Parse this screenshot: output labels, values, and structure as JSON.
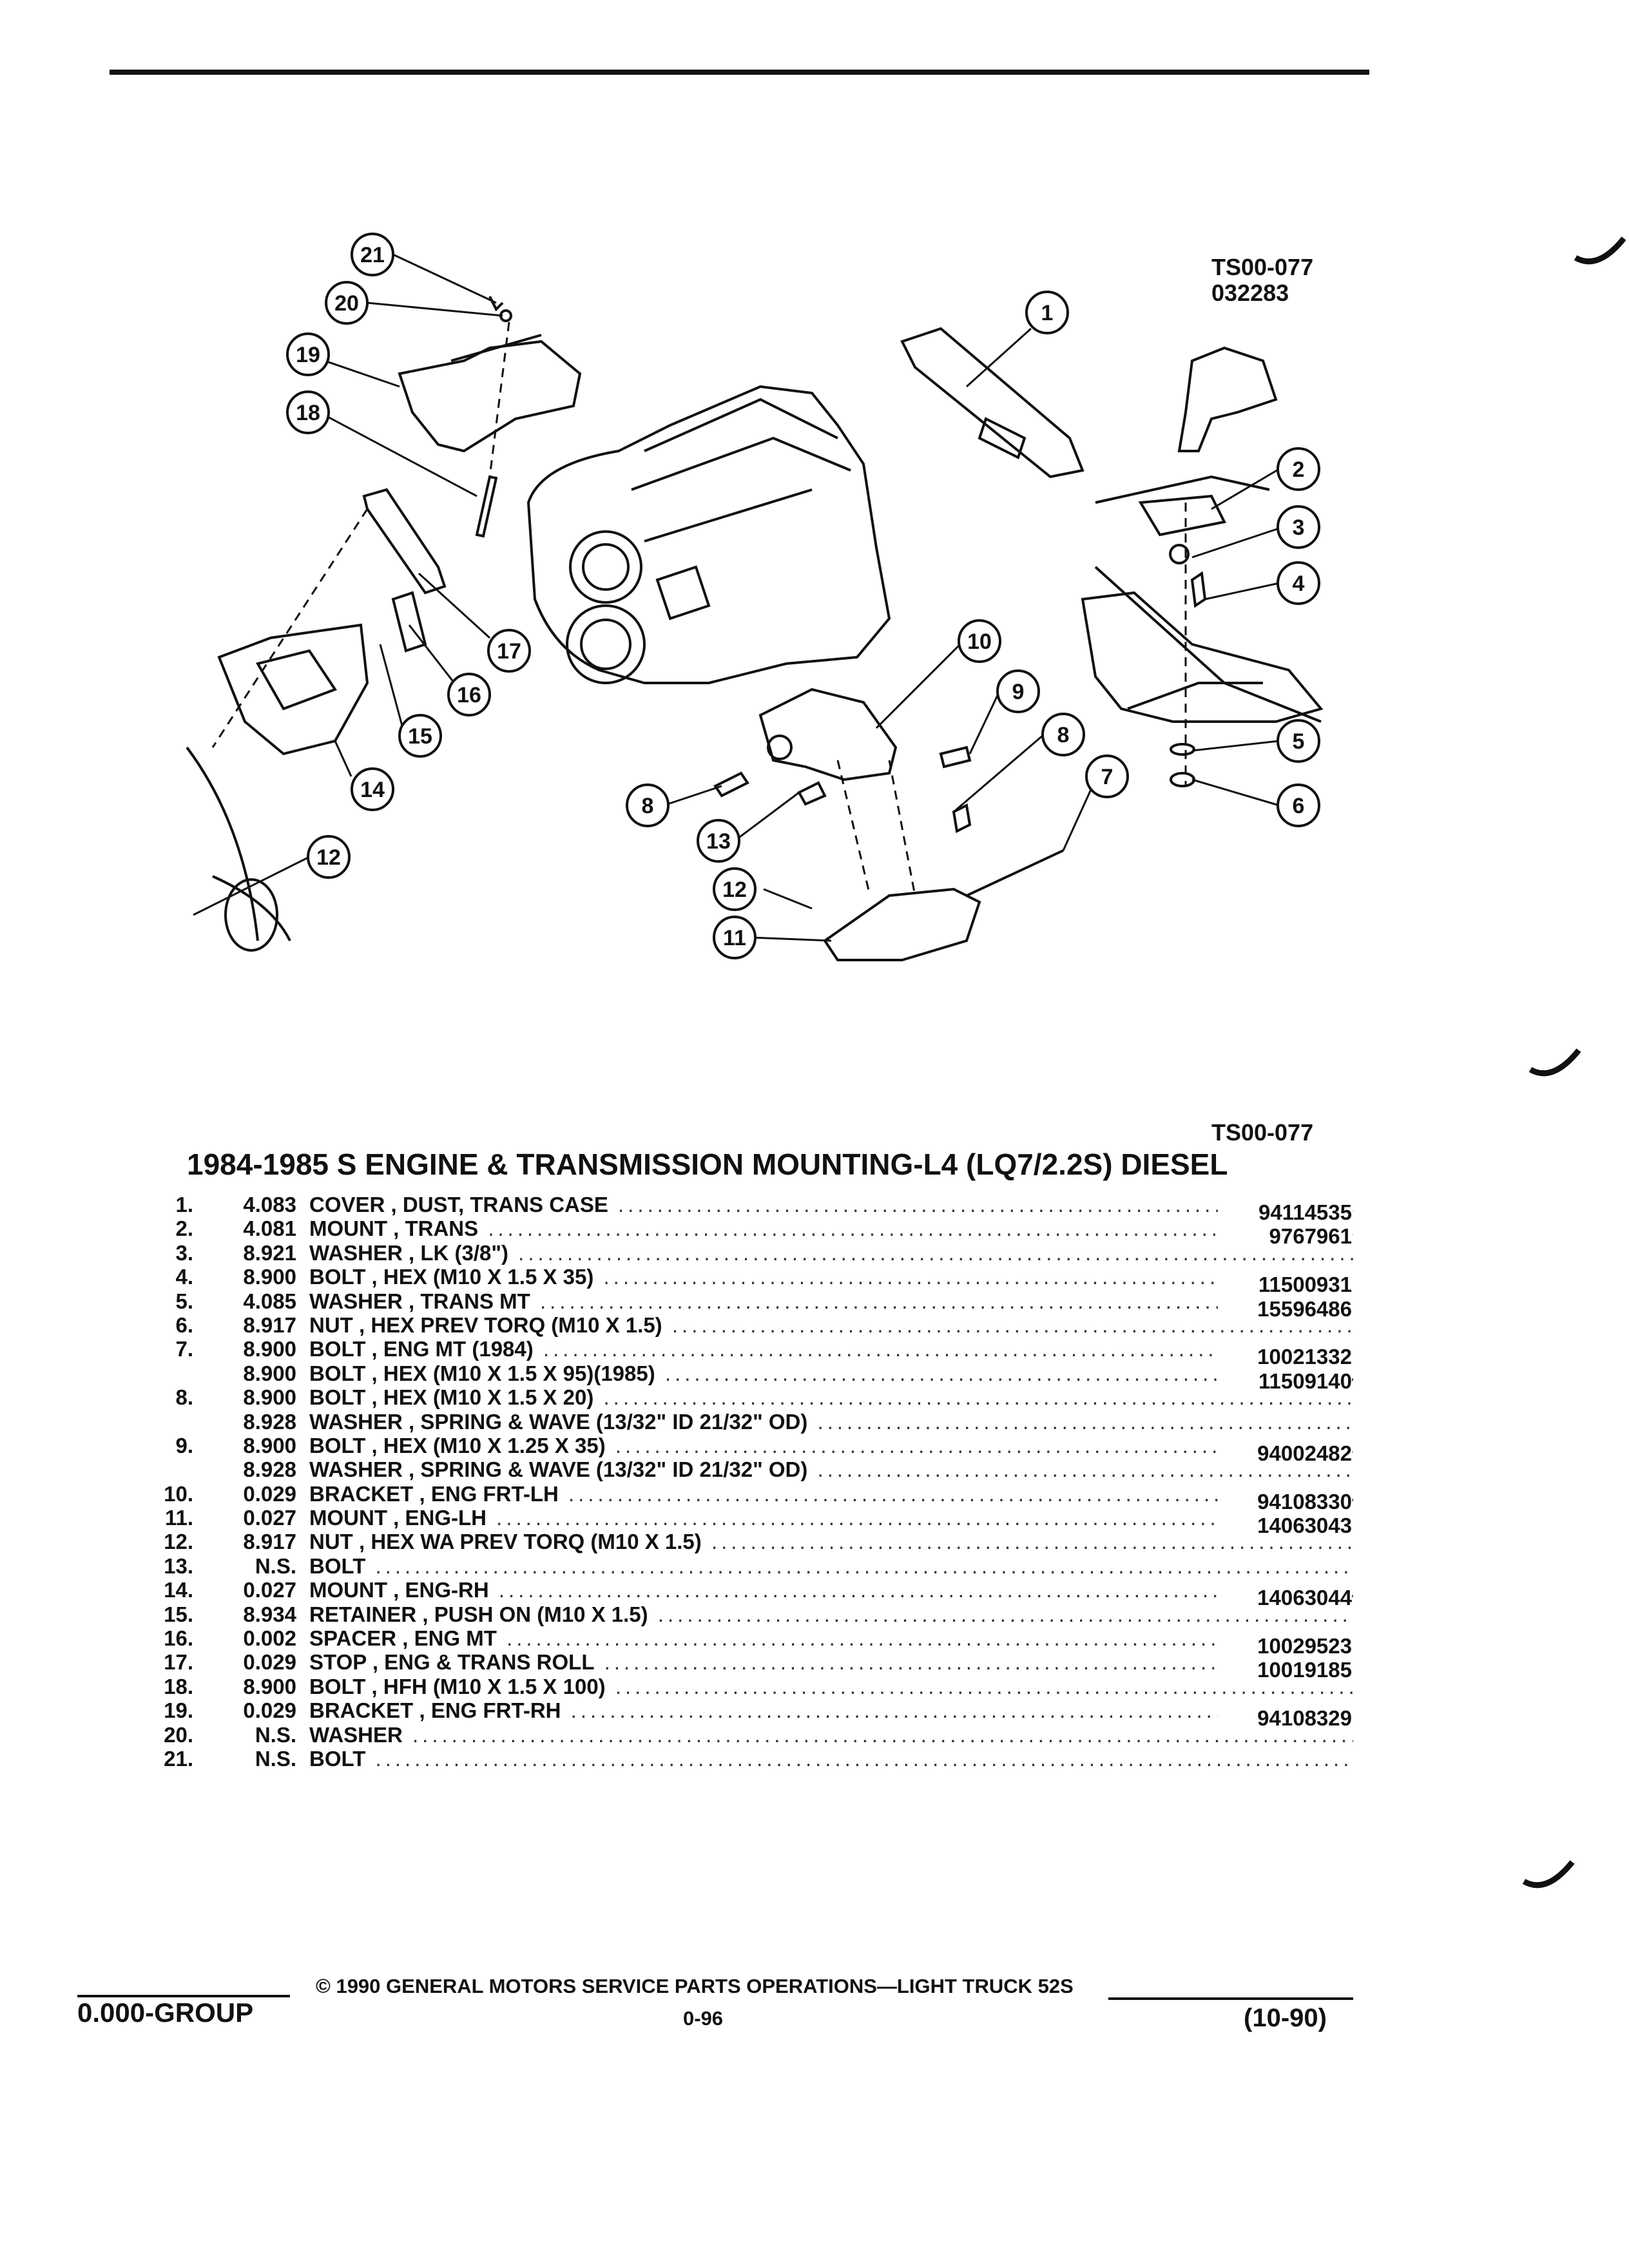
{
  "header": {
    "ref_code": "TS00-077",
    "date_code": "032283"
  },
  "illustration_ref": "TS00-077",
  "callouts": [
    "1",
    "2",
    "3",
    "4",
    "5",
    "6",
    "7",
    "8",
    "9",
    "10",
    "11",
    "12",
    "13",
    "14",
    "15",
    "16",
    "17",
    "18",
    "19",
    "20",
    "21",
    "8",
    "12"
  ],
  "title": "1984-1985 S ENGINE & TRANSMISSION MOUNTING-L4 (LQ7/2.2S) DIESEL",
  "parts": [
    {
      "num": "1.",
      "code": "4.083",
      "desc": "COVER , DUST, TRANS CASE",
      "pn": "94114535"
    },
    {
      "num": "2.",
      "code": "4.081",
      "desc": "MOUNT , TRANS",
      "pn": "9767961"
    },
    {
      "num": "3.",
      "code": "8.921",
      "desc": "WASHER , LK (3/8\")",
      "pn": ""
    },
    {
      "num": "4.",
      "code": "8.900",
      "desc": "BOLT , HEX (M10 X 1.5 X 35)",
      "pn": "11500931"
    },
    {
      "num": "5.",
      "code": "4.085",
      "desc": "WASHER , TRANS MT",
      "pn": "15596486"
    },
    {
      "num": "6.",
      "code": "8.917",
      "desc": "NUT , HEX PREV TORQ (M10 X 1.5)",
      "pn": ""
    },
    {
      "num": "7.",
      "code": "8.900",
      "desc": "BOLT , ENG MT (1984)",
      "pn": "10021332"
    },
    {
      "num": "",
      "code": "8.900",
      "desc": "BOLT , HEX (M10 X 1.5 X 95)(1985)",
      "pn": "11509140"
    },
    {
      "num": "8.",
      "code": "8.900",
      "desc": "BOLT , HEX (M10 X 1.5 X 20)",
      "pn": ""
    },
    {
      "num": "",
      "code": "8.928",
      "desc": "WASHER , SPRING & WAVE (13/32\" ID 21/32\" OD)",
      "pn": ""
    },
    {
      "num": "9.",
      "code": "8.900",
      "desc": "BOLT , HEX (M10 X 1.25 X 35)",
      "pn": "94002482"
    },
    {
      "num": "",
      "code": "8.928",
      "desc": "WASHER , SPRING & WAVE (13/32\" ID 21/32\" OD)",
      "pn": ""
    },
    {
      "num": "10.",
      "code": "0.029",
      "desc": "BRACKET , ENG FRT-LH",
      "pn": "94108330"
    },
    {
      "num": "11.",
      "code": "0.027",
      "desc": "MOUNT , ENG-LH",
      "pn": "14063043"
    },
    {
      "num": "12.",
      "code": "8.917",
      "desc": "NUT , HEX WA PREV TORQ (M10 X 1.5)",
      "pn": ""
    },
    {
      "num": "13.",
      "code": "N.S.",
      "desc": "BOLT",
      "pn": ""
    },
    {
      "num": "14.",
      "code": "0.027",
      "desc": "MOUNT , ENG-RH",
      "pn": "14063044"
    },
    {
      "num": "15.",
      "code": "8.934",
      "desc": "RETAINER , PUSH ON (M10 X 1.5)",
      "pn": ""
    },
    {
      "num": "16.",
      "code": "0.002",
      "desc": "SPACER , ENG MT",
      "pn": "10029523"
    },
    {
      "num": "17.",
      "code": "0.029",
      "desc": "STOP , ENG & TRANS ROLL",
      "pn": "10019185"
    },
    {
      "num": "18.",
      "code": "8.900",
      "desc": "BOLT , HFH (M10 X 1.5 X 100)",
      "pn": ""
    },
    {
      "num": "19.",
      "code": "0.029",
      "desc": "BRACKET , ENG FRT-RH",
      "pn": "94108329"
    },
    {
      "num": "20.",
      "code": "N.S.",
      "desc": "WASHER",
      "pn": ""
    },
    {
      "num": "21.",
      "code": "N.S.",
      "desc": "BOLT",
      "pn": ""
    }
  ],
  "footer": {
    "group": "0.000-GROUP",
    "copyright": "© 1990 GENERAL MOTORS SERVICE PARTS OPERATIONS—LIGHT TRUCK 52S",
    "page": "0-96",
    "date": "(10-90)"
  }
}
